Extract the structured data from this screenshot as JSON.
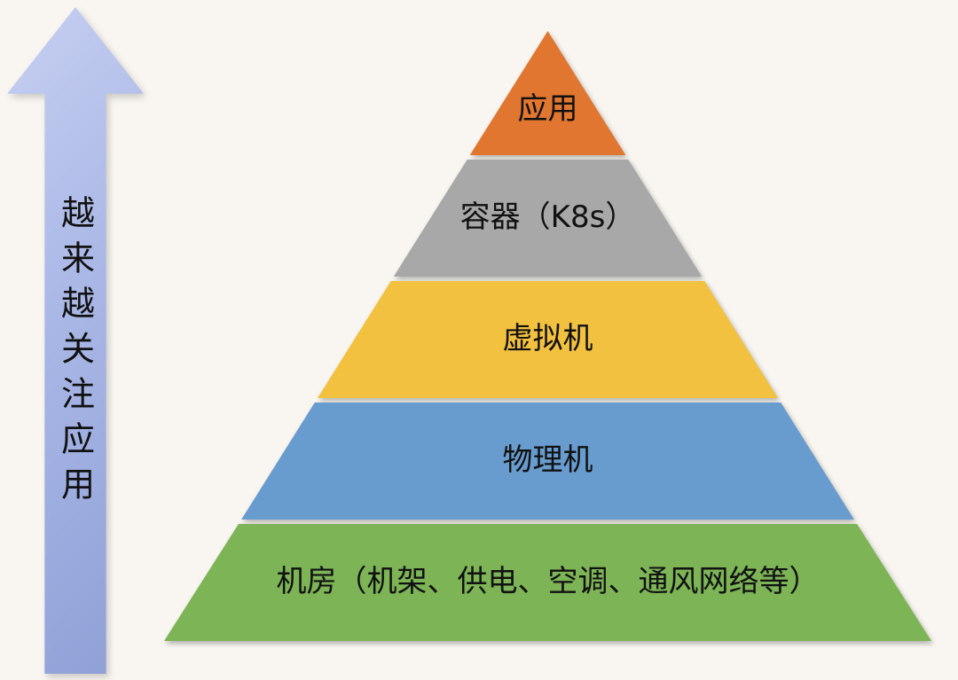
{
  "background_color": "#f9f6f1",
  "arrow": {
    "label": "越来越关注应用",
    "color_start": "#c7d0f1",
    "color_end": "#8e9fd6"
  },
  "pyramid": {
    "layers": [
      {
        "label": "应用",
        "color": "#e0762f"
      },
      {
        "label": "容器（K8s）",
        "color": "#a8a8a8"
      },
      {
        "label": "虚拟机",
        "color": "#f2c140"
      },
      {
        "label": "物理机",
        "color": "#699cce"
      },
      {
        "label": "机房（机架、供电、空调、通风网络等）",
        "color": "#7cb456"
      }
    ]
  }
}
